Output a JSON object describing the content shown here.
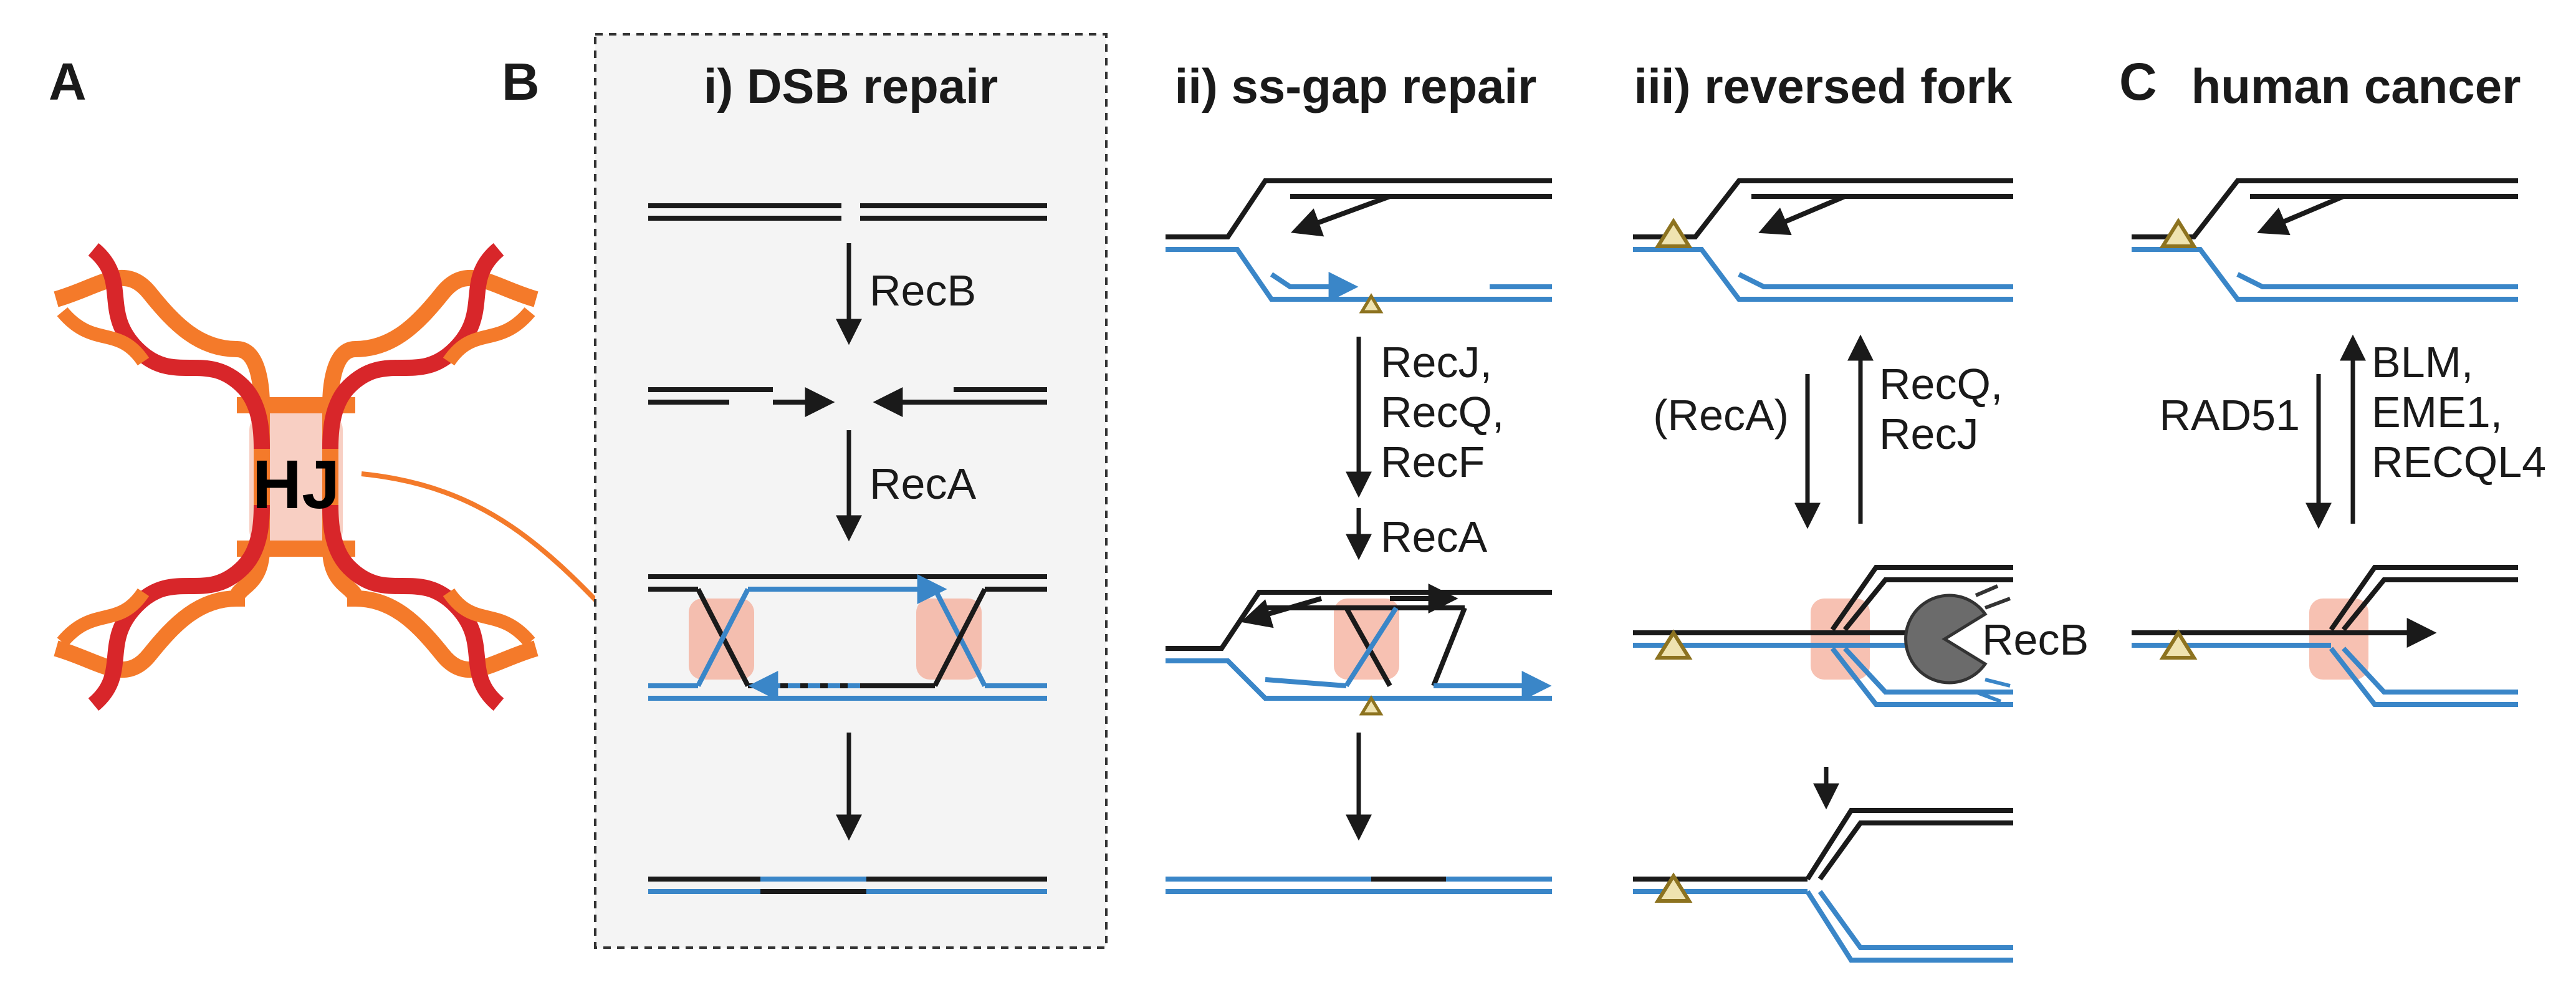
{
  "panels": {
    "A": {
      "letter": "A",
      "junction_label": "HJ"
    },
    "B": {
      "letter": "B"
    },
    "C": {
      "letter": "C",
      "title": "human cancer"
    }
  },
  "sub_panels": {
    "i": {
      "title": "i) DSB repair",
      "steps": [
        "RecB",
        "RecA"
      ]
    },
    "ii": {
      "title": "ii) ss-gap repair",
      "step1_lines": [
        "RecJ,",
        "RecQ,",
        "RecF"
      ],
      "step2": "RecA"
    },
    "iii": {
      "title": "iii) reversed fork",
      "left_label": "(RecA)",
      "right_lines": [
        "RecQ,",
        "RecJ"
      ],
      "enzyme": "RecB"
    }
  },
  "human_cancer": {
    "left_label": "RAD51",
    "right_lines": [
      "BLM,",
      "EME1,",
      "RECQL4"
    ]
  },
  "colors": {
    "dna_template": "#1a1a1a",
    "dna_new": "#3a86c8",
    "holliday_highlight": "#f3a791",
    "strand_red": "#d8262a",
    "strand_orange": "#f47a2a",
    "lesion_fill": "#efe3b0",
    "lesion_stroke": "#8d7320",
    "recb_fill": "#6b6b6b",
    "panel_bg": "#f4f4f4"
  },
  "icons": [
    "lesion-triangle-icon",
    "pacman-recb-icon",
    "arrow-icon"
  ]
}
